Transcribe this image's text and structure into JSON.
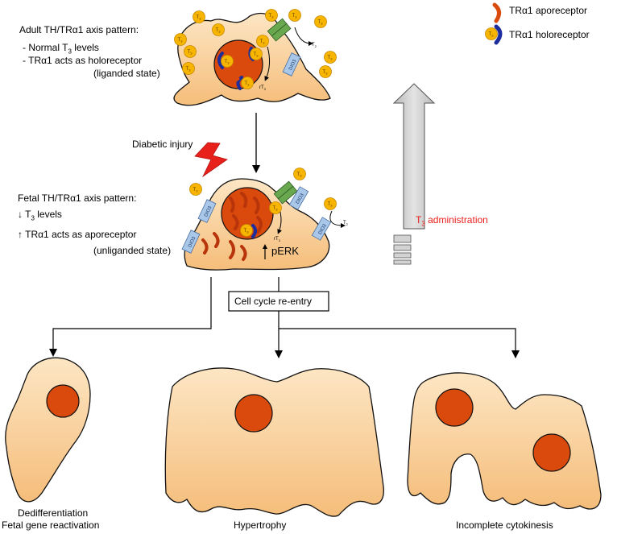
{
  "adult": {
    "title": "Adult TH/TRα1 axis pattern:",
    "line1_prefix": "- Normal T",
    "line1_sub": "3",
    "line1_suffix": " levels",
    "line2": "- TRα1 acts as holoreceptor",
    "line3": "(liganded state)"
  },
  "fetal": {
    "title": "Fetal TH/TRα1 axis pattern:",
    "line1_prefix": "T",
    "line1_sub": "3",
    "line1_suffix": " levels",
    "line2": "TRα1 acts as aporeceptor",
    "line3": "(unliganded state)"
  },
  "injury": {
    "label": "Diabetic injury"
  },
  "perk": {
    "label": "pERK"
  },
  "cell_cycle": {
    "label": "Cell cycle re-entry"
  },
  "t3_admin": {
    "prefix": "T",
    "sub": "3",
    "suffix": " administration",
    "color": "#e8201c"
  },
  "legend": {
    "aporeceptor": "TRα1 aporeceptor",
    "holoreceptor": "TRα1 holoreceptor"
  },
  "outcomes": {
    "dediff_line1": "Dedifferentiation",
    "dediff_line2": "Fetal gene reactivation",
    "hypertrophy": "Hypertrophy",
    "cytokinesis": "Incomplete cytokinesis"
  },
  "molecules": {
    "t3": "T",
    "t3_sub": "3",
    "rt3": "rT",
    "t2": "T",
    "t2_sub": "2",
    "dio3": "DIO3"
  },
  "colors": {
    "cell_fill_top": "#fde2b8",
    "cell_fill_bottom": "#f6c07e",
    "nucleus": "#d94a0c",
    "t3_yellow": "#f7b500",
    "holoreceptor_blue": "#1d2e9c",
    "dio3_blue": "#a9c7e8",
    "receptor_green": "#6aa84f",
    "arrow_gray": "#cfcfcf"
  }
}
